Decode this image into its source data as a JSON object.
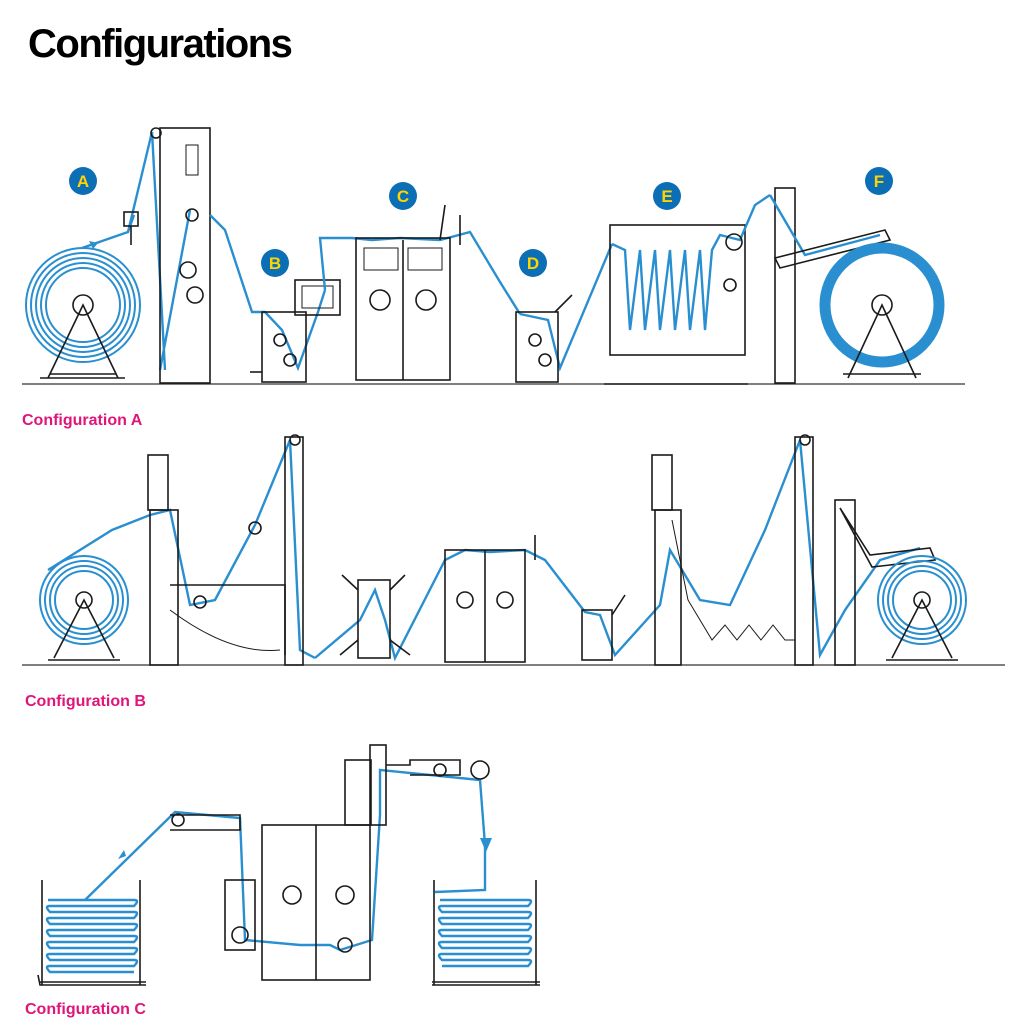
{
  "title": "Configurations",
  "colors": {
    "fabric": "#2a8fd0",
    "badge": "#0c6fb5",
    "badge_text": "#ffd400",
    "label": "#e0157a",
    "machine": "#1a1a1a"
  },
  "station_badges": [
    "A",
    "B",
    "C",
    "D",
    "E",
    "F"
  ],
  "configurations": [
    {
      "label": "Configuration A"
    },
    {
      "label": "Configuration B"
    },
    {
      "label": "Configuration C"
    }
  ]
}
